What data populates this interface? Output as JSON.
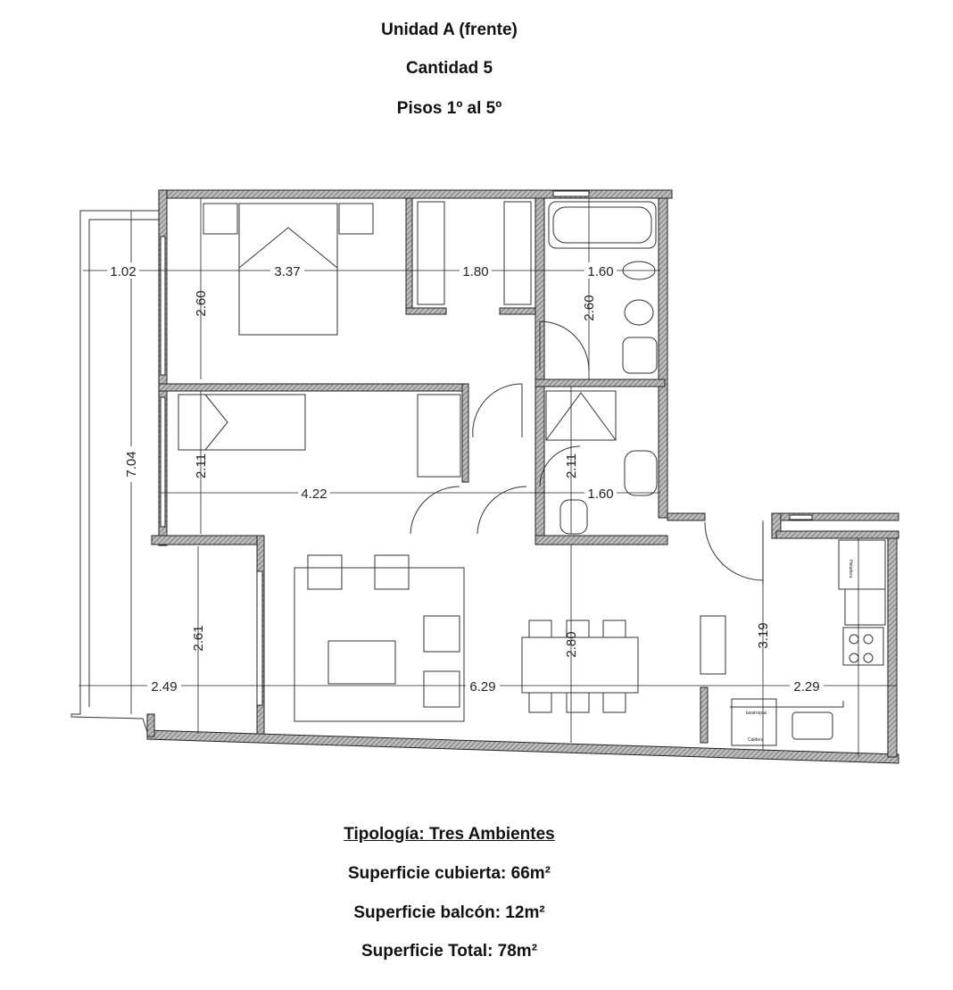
{
  "header": {
    "unit": "Unidad A (frente)",
    "quantity": "Cantidad 5",
    "floors": "Pisos 1º al 5º"
  },
  "plan": {
    "dimensions": {
      "balcony_width_top": "1.02",
      "bedroom1_width": "3.37",
      "closet_width": "1.80",
      "bath1_width": "1.60",
      "bedroom1_depth": "2.60",
      "bath1_depth": "2.60",
      "overall_depth": "7.04",
      "bedroom2_depth": "2.11",
      "bedroom2_width": "4.22",
      "bath2_depth": "2.11",
      "bath2_width": "1.60",
      "balcony_depth": "2.61",
      "balcony_width": "2.49",
      "living_width": "6.29",
      "living_depth": "2.80",
      "kitchen_depth": "3.19",
      "kitchen_width": "2.29"
    },
    "appliance_labels": {
      "fridge": "Heladera",
      "washer": "lavarropas",
      "boiler": "Caldera"
    }
  },
  "footer": {
    "typology": "Tipología: Tres Ambientes",
    "covered_area": "Superficie cubierta: 66m²",
    "balcony_area": "Superficie balcón: 12m²",
    "total_area": "Superficie Total: 78m²"
  }
}
